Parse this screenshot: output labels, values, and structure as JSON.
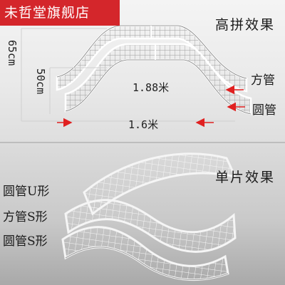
{
  "shop": {
    "name": "未哲堂旗舰店"
  },
  "top_section": {
    "title": "高拼效果",
    "dims": {
      "height_outer": "65cm",
      "height_inner": "50cm",
      "width_upper": "1.88米",
      "width_lower": "1.6米"
    },
    "labels": {
      "square_tube": "方管",
      "round_tube": "圆管"
    }
  },
  "bottom_section": {
    "title": "单片效果",
    "items": [
      "圆管U形",
      "方管S形",
      "圆管S形"
    ]
  },
  "colors": {
    "banner": "#d4262b",
    "arrow": "#e02020",
    "wire": "#f2f2f2",
    "wire_shadow": "#8a8a8a"
  }
}
